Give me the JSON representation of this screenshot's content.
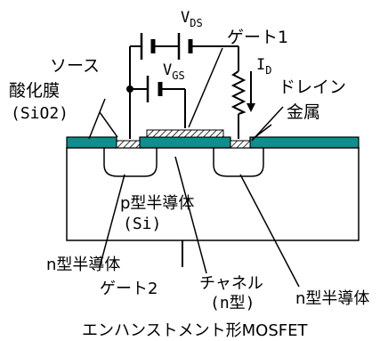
{
  "labels": {
    "source": "ソース",
    "oxide": "酸化膜",
    "oxide_material": "(SiO2)",
    "gate1": "ゲート1",
    "drain": "ドレイン",
    "metal": "金属",
    "p_substrate": "p型半導体",
    "p_material": "(Si)",
    "n_left": "n型半導体",
    "gate2": "ゲート2",
    "channel": "チャネル",
    "channel_type": "(n型)",
    "n_right": "n型半導体",
    "caption": "エンハンストメント形MOSFET"
  },
  "symbols": {
    "vds_main": "V",
    "vds_sub": "DS",
    "vgs_main": "V",
    "vgs_sub": "GS",
    "id_main": "I",
    "id_sub": "D"
  },
  "colors": {
    "oxide": "#0f8e8e",
    "outline": "#000000",
    "background": "#ffffff"
  }
}
